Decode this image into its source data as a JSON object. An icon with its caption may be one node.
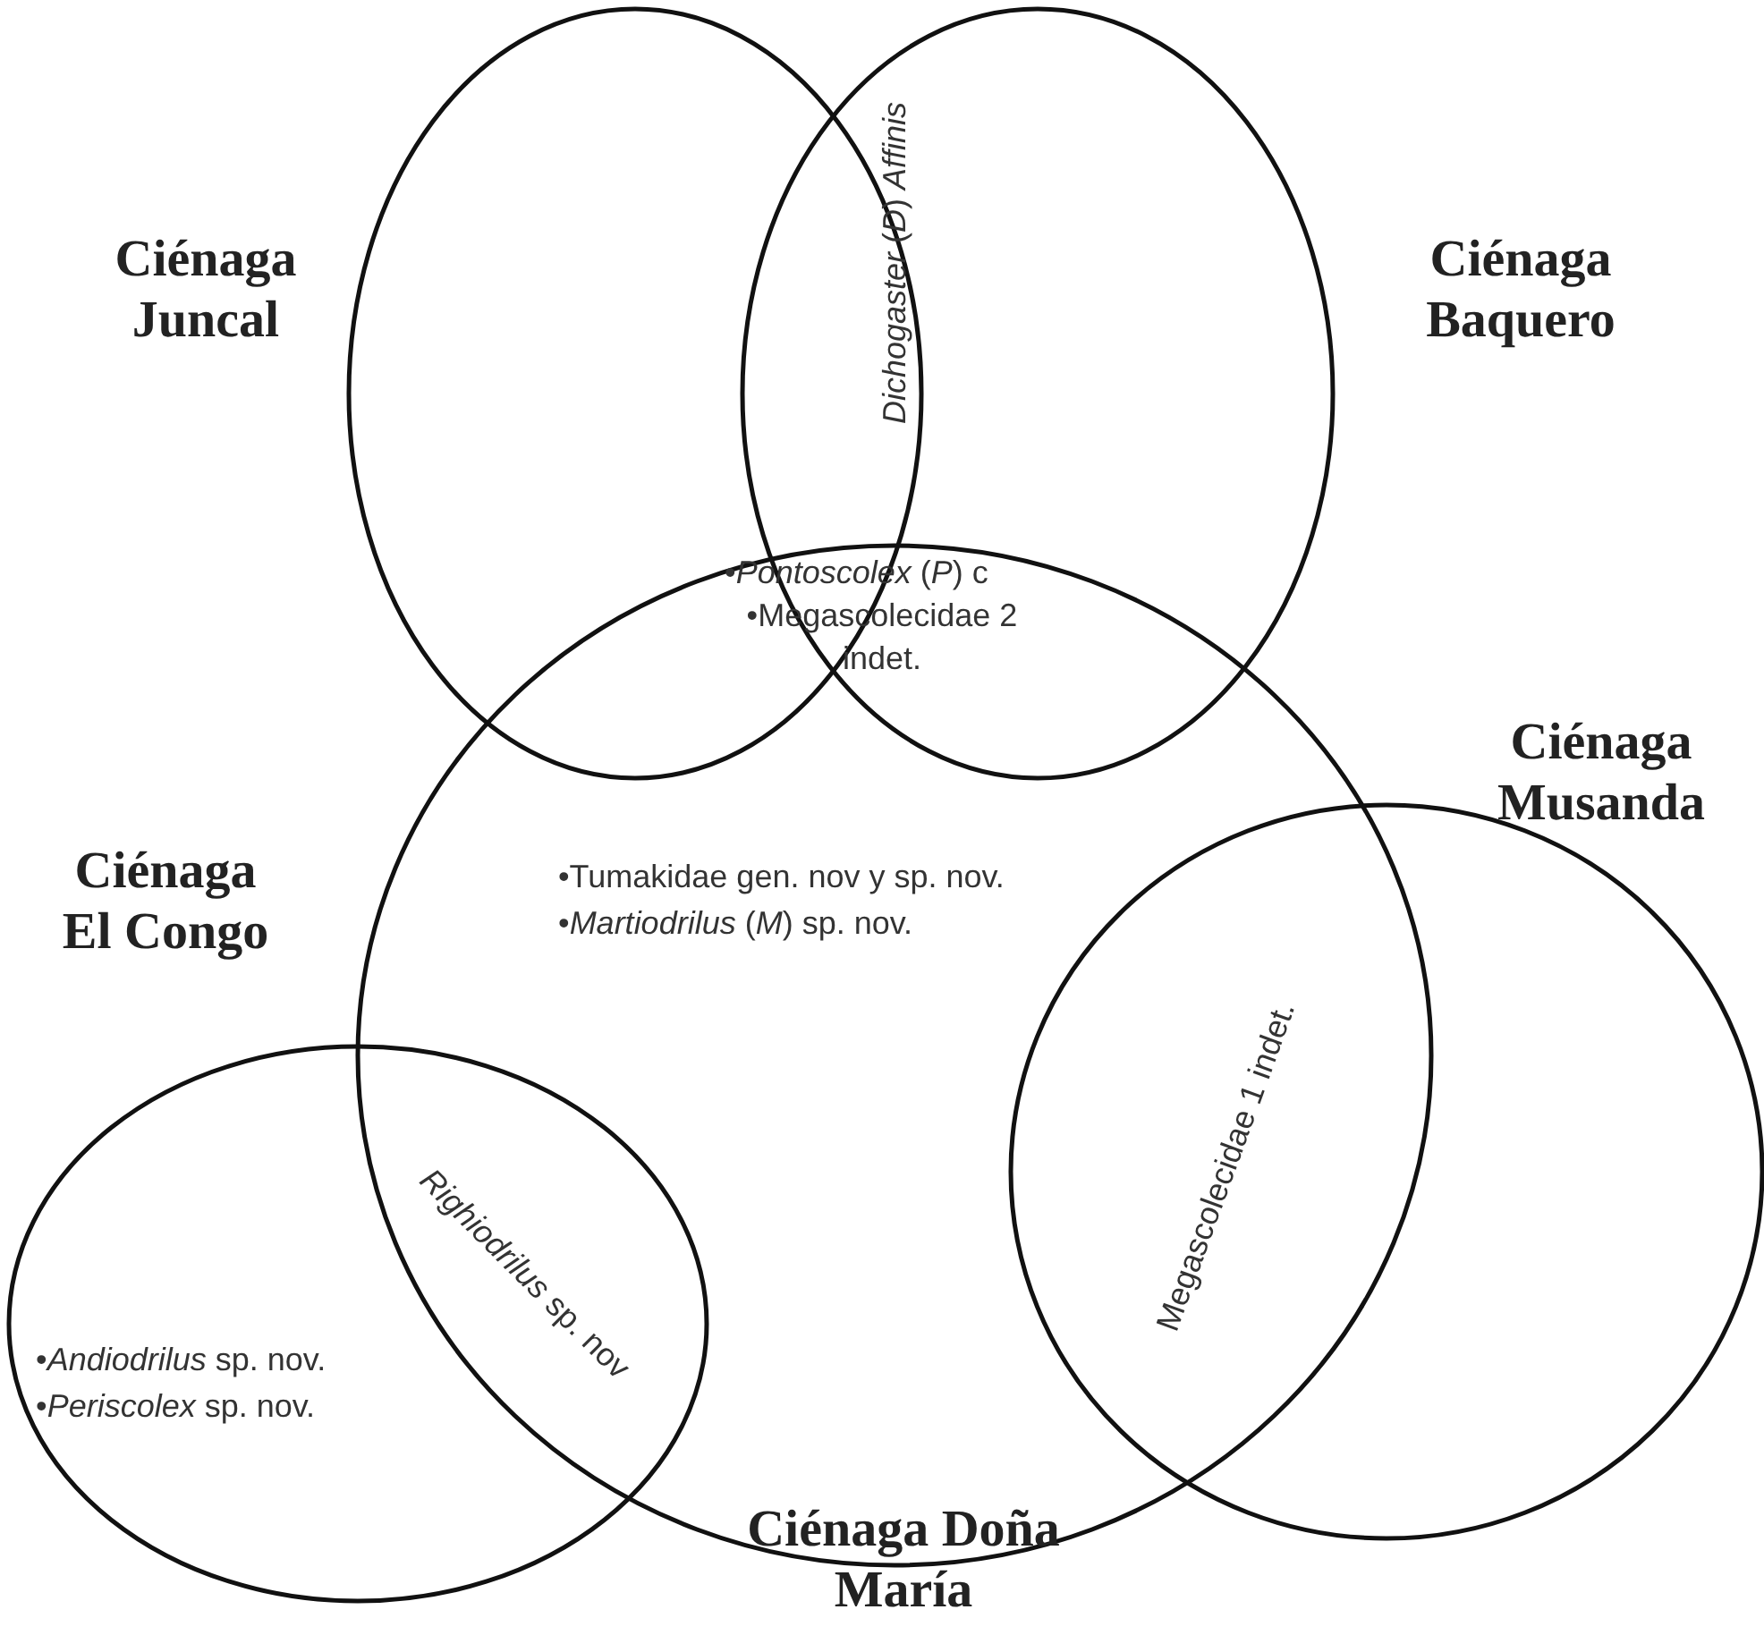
{
  "diagram": {
    "nodes": [
      {
        "text": [
          "Ciénaga Juncal"
        ]
      },
      {
        "text": [
          "Ciénaga Baquero"
        ]
      },
      {
        "text": [
          "Ciénaga Doña María"
        ]
      },
      {
        "text": [
          "Ciénaga Musanda"
        ]
      },
      {
        "text": [
          "Ciénaga El Congo"
        ]
      }
    ],
    "edges": [],
    "labels": [
      "*Dichogaster* (*D*) *Affinis*",
      "•*Pontoscolex* (*P*) c",
      "•Megascolecidae 2 indet.",
      "•Tumakidae gen. nov y sp. nov.",
      "•*Martiodrilus* (*M*) sp. nov.",
      "Megascolecidae 1 indet.",
      "*Righiodrilus* sp. nov",
      "•*Andiodrilus* sp. nov.",
      "•*Periscolex* sp. nov."
    ]
  }
}
